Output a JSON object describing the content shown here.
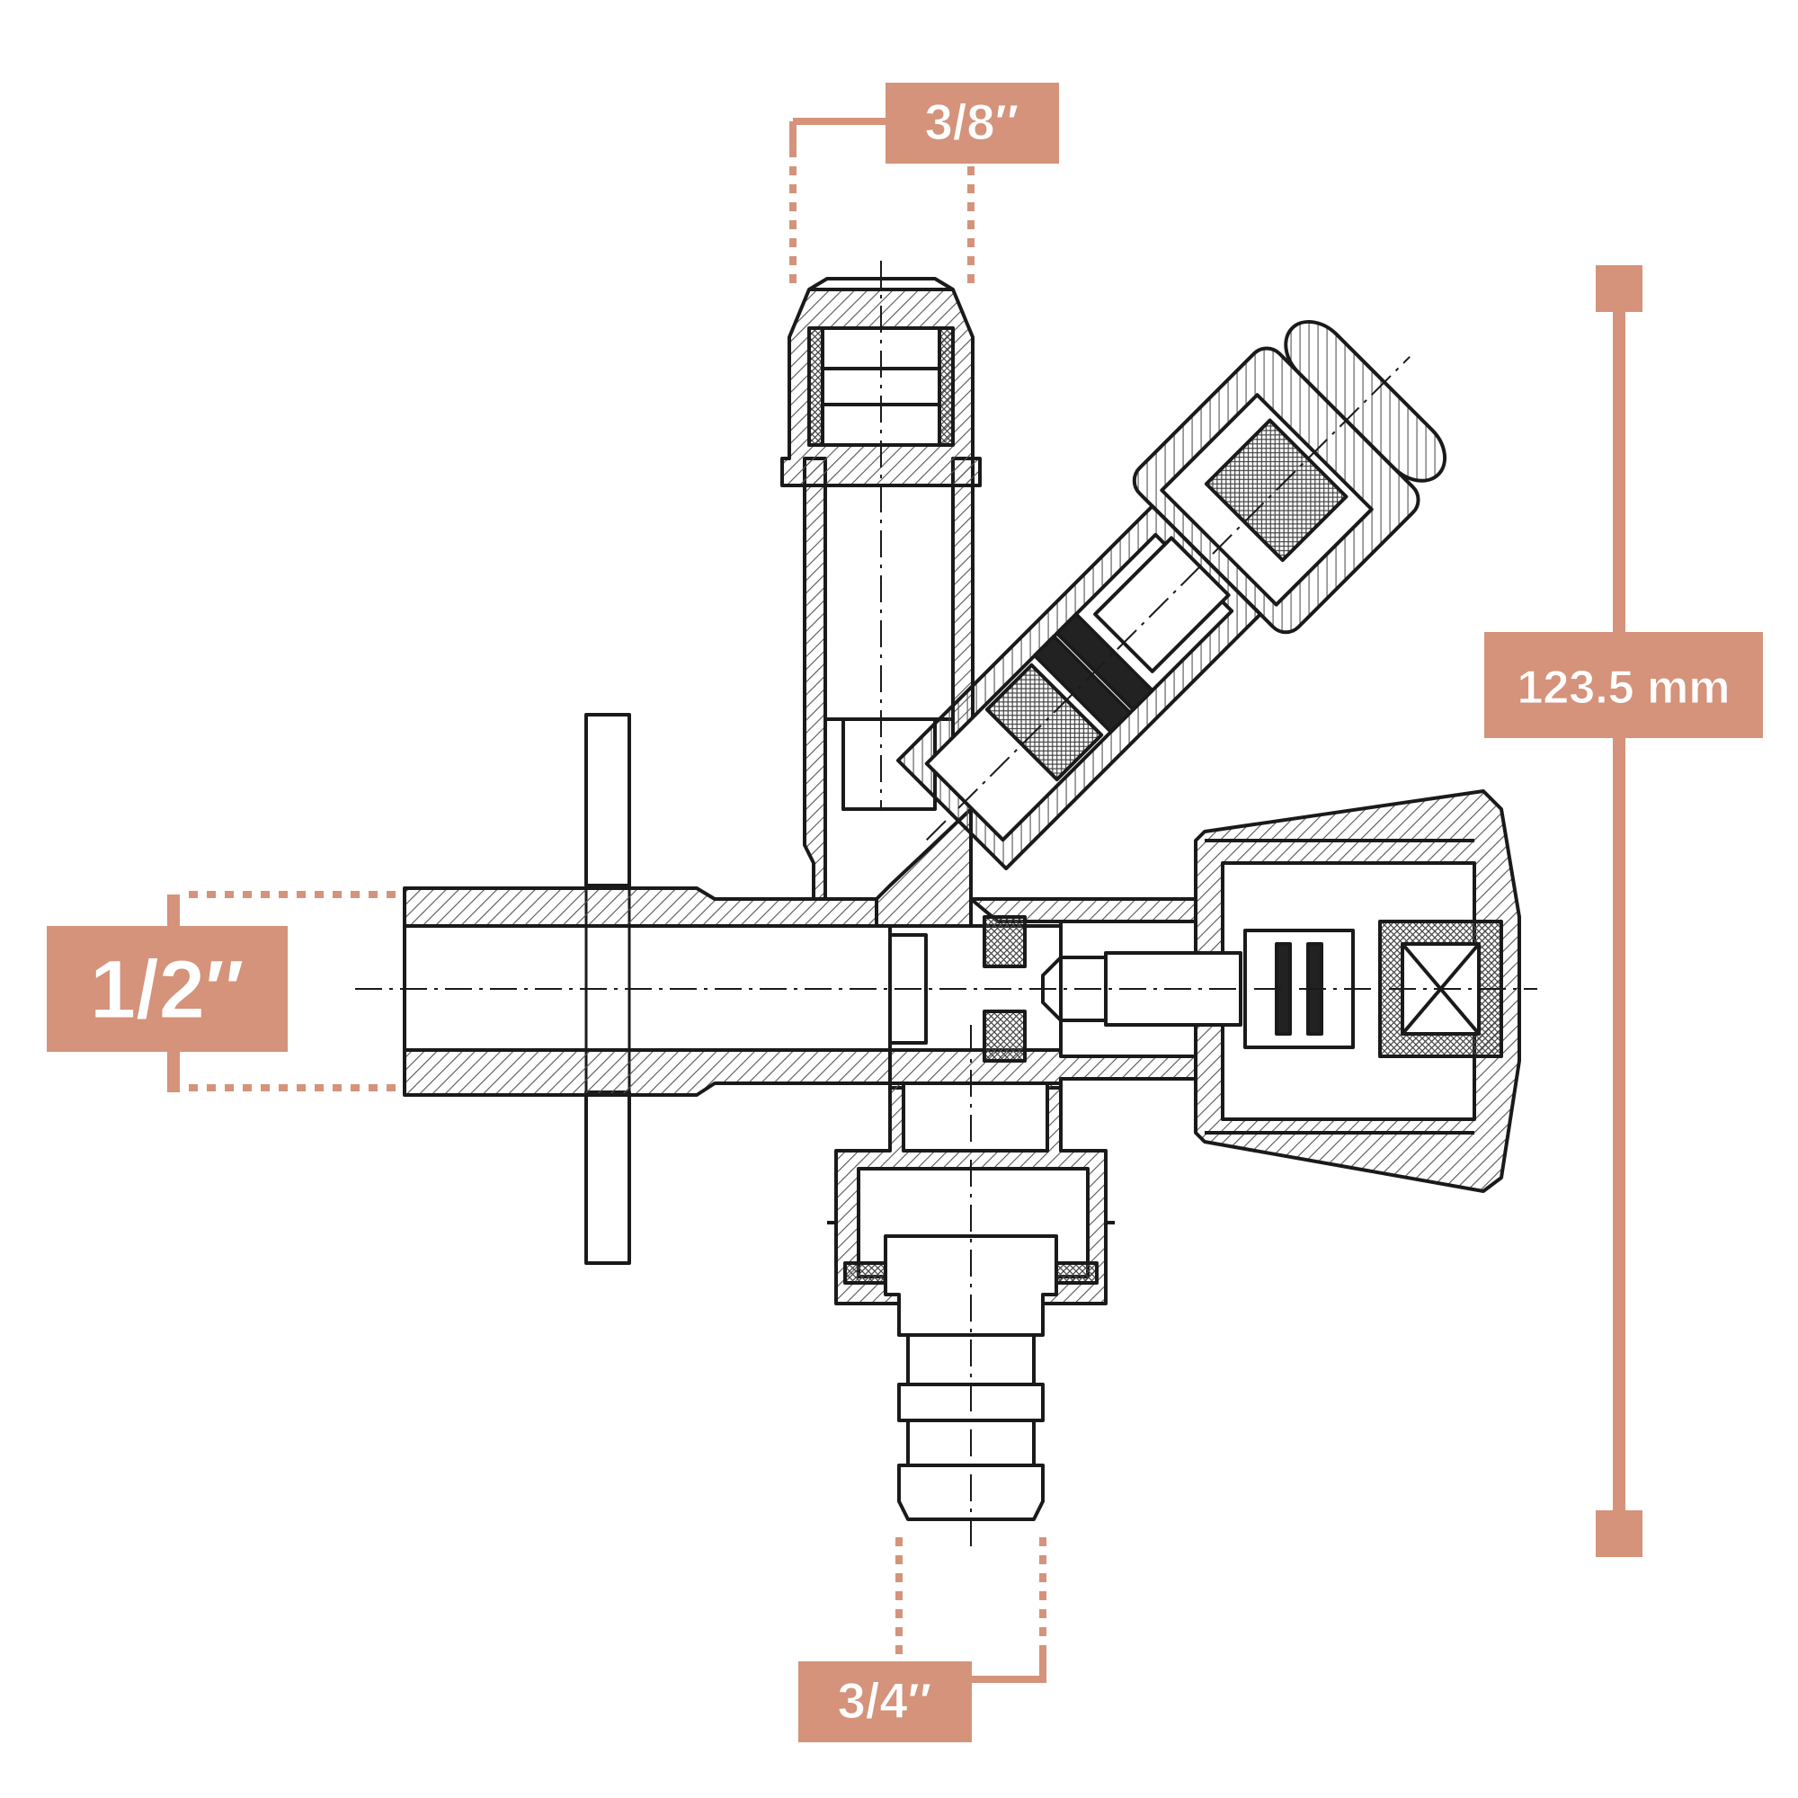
{
  "colors": {
    "accent": "#D4937A",
    "ink": "#1a1a1a",
    "hatch": "#555555",
    "background": "#ffffff"
  },
  "labels": {
    "top_outlet": "3/8″",
    "inlet": "1/2″",
    "bottom_outlet": "3/4″",
    "height": "123.5 mm"
  }
}
